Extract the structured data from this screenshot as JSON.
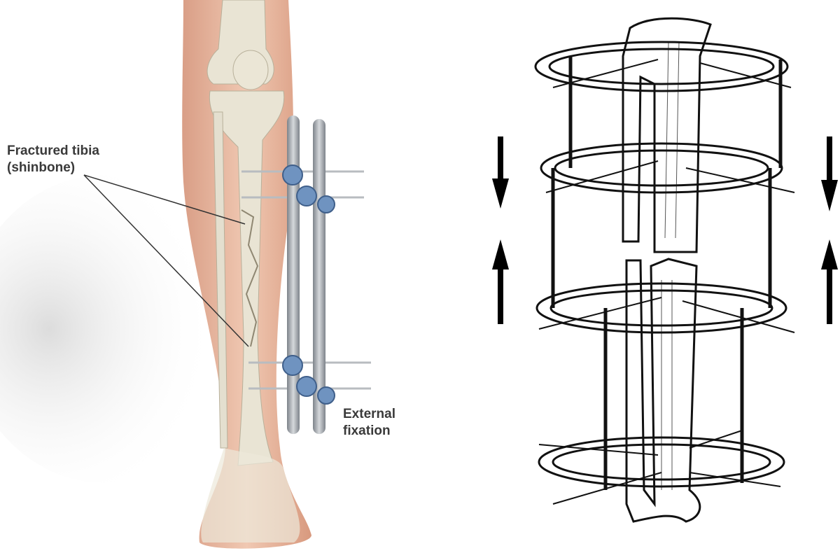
{
  "left_illustration": {
    "label_fracture_line1": "Fractured tibia",
    "label_fracture_line2": "(shinbone)",
    "label_fixation_line1": "External",
    "label_fixation_line2": "fixation"
  },
  "right_illustration": {
    "arrows": [
      "down",
      "up",
      "down",
      "up"
    ]
  },
  "colors": {
    "skin": "#e8b9a0",
    "bone": "#e9e4d4",
    "rod": "#9aa0a6",
    "clamp": "#6f93c0",
    "ink": "#111111"
  }
}
